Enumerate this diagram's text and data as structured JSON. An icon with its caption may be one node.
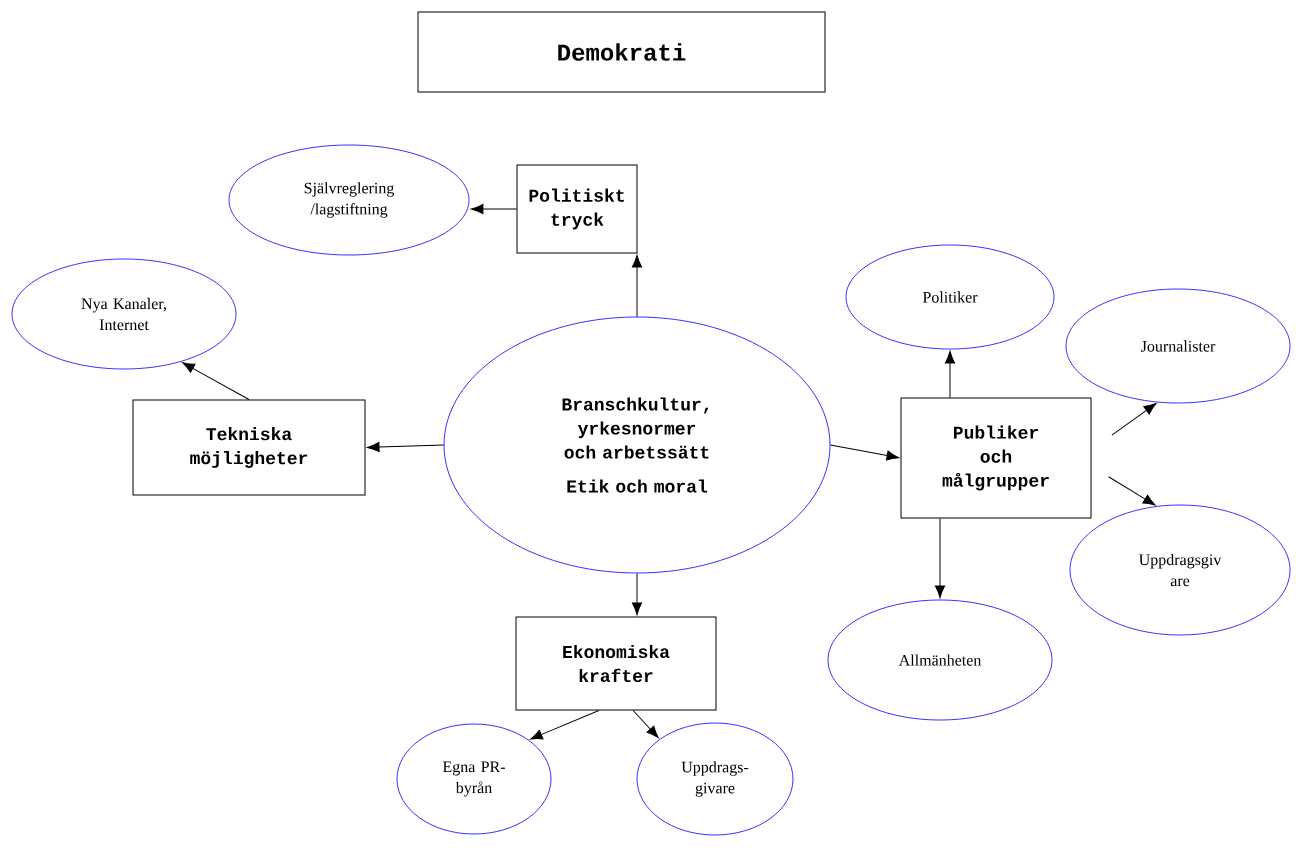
{
  "diagram": {
    "nodes": [
      {
        "text": [
          "Demokrati"
        ]
      },
      {
        "text": [
          "Självreglering /lagstiftning"
        ]
      },
      {
        "text": [
          "Politiskt tryck"
        ]
      },
      {
        "text": [
          "Nya Kanaler, Internet"
        ]
      },
      {
        "text": [
          "Politiker"
        ]
      },
      {
        "text": [
          "Journalister"
        ]
      },
      {
        "text": [
          "Tekniska möjligheter"
        ]
      },
      {
        "text": [
          "Branschkultur, yrkesnormer och arbetssätt",
          "Etik och moral"
        ]
      },
      {
        "text": [
          "Publiker och målgrupper"
        ]
      },
      {
        "text": [
          "Uppdragsgiv are"
        ]
      },
      {
        "text": [
          "Allmänheten"
        ]
      },
      {
        "text": [
          "Ekonomiska krafter"
        ]
      },
      {
        "text": [
          "Egna PR- byrån"
        ]
      },
      {
        "text": [
          "Uppdrags- givare"
        ]
      }
    ],
    "edges": [
      {
        "from": 7,
        "to": 2,
        "arrow": "to"
      },
      {
        "from": 2,
        "to": 1,
        "arrow": "to"
      },
      {
        "from": 7,
        "to": 6,
        "arrow": "to"
      },
      {
        "from": 6,
        "to": 3,
        "arrow": "to"
      },
      {
        "from": 7,
        "to": 8,
        "arrow": "to"
      },
      {
        "from": 8,
        "to": 4,
        "arrow": "to"
      },
      {
        "from": 8,
        "to": 5,
        "arrow": "to"
      },
      {
        "from": 8,
        "to": 9,
        "arrow": "to"
      },
      {
        "from": 8,
        "to": 10,
        "arrow": "to"
      },
      {
        "from": 7,
        "to": 11,
        "arrow": "to"
      },
      {
        "from": 11,
        "to": 12,
        "arrow": "to"
      },
      {
        "from": 11,
        "to": 13,
        "arrow": "to"
      }
    ]
  }
}
